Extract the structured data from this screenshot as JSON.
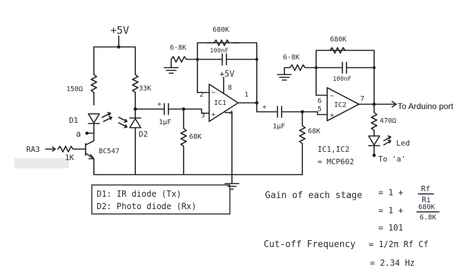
{
  "schematic": {
    "supply": "+5V",
    "opamp_supply": "+5V",
    "r_tx": "150Ω",
    "r_pd": "33K",
    "d1": "D1",
    "d2": "D2",
    "node_a": "a",
    "transistor": "BC547",
    "ra3": "RA3",
    "r_base": "1K",
    "c1": "1μF",
    "r_68k_1": "68K",
    "r_in1": "6·8K",
    "r_fb1": "680K",
    "c_fb1": "100nF",
    "ic1": "IC1",
    "pin_2": "2",
    "pin_3": "3",
    "pin_8": "8",
    "pin_4": "4",
    "pin_1": "1",
    "c2": "1μF",
    "r_68k_2": "68K",
    "r_in2": "6·8K",
    "r_fb2": "680K",
    "c_fb2": "100nF",
    "ic2": "IC2",
    "pin_6": "6",
    "pin_5": "5",
    "pin_7": "7",
    "output": "To Arduino port",
    "r_led": "470Ω",
    "led": "Led",
    "to_a": "To 'a'",
    "ic_part_1": "IC1,IC2",
    "ic_part_2": "= MCP602"
  },
  "legend": {
    "line1": "D1:  IR diode (Tx)",
    "line2": "D2:  Photo diode (Rx)"
  },
  "notes": {
    "gain_label": "Gain of each stage",
    "gain_eq1": "=  1 +",
    "rf": "Rf",
    "ri": "Ri",
    "gain_eq2": "=  1 +",
    "n680": "680K",
    "n68": "6.8K",
    "gain_eq3": "=    101",
    "cutoff_label": "Cut-off Frequency",
    "cutoff_eq": "=   1/2π Rf Cf",
    "cutoff_val": "=  2.34 Hz"
  },
  "colors": {
    "ink": "#1d1d2a",
    "page": "#ffffff",
    "mask": "#e8eaee"
  }
}
